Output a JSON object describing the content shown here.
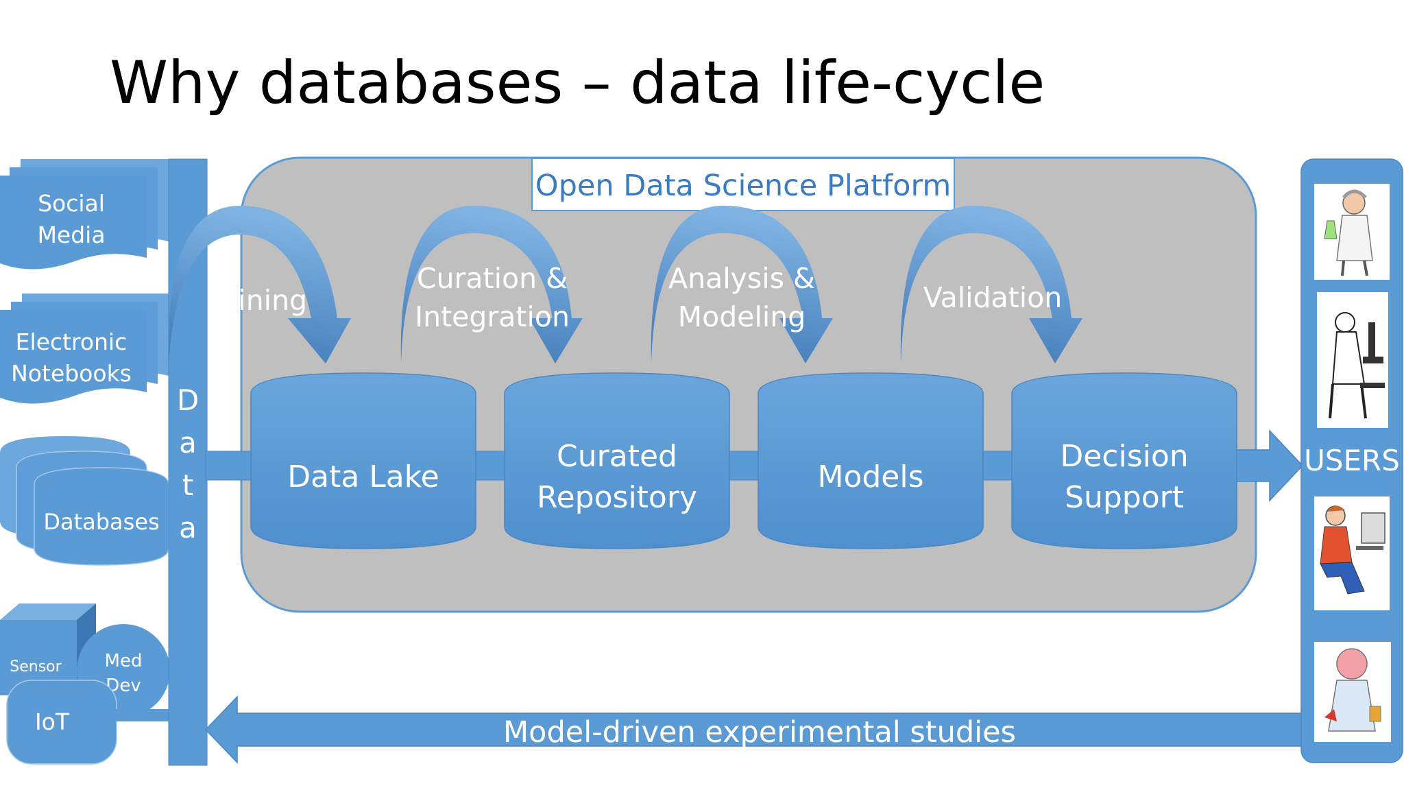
{
  "title": "Why databases – data life-cycle",
  "platform": {
    "label": "Open Data Science Platform"
  },
  "sources": [
    {
      "label": "Social",
      "label2": "Media"
    },
    {
      "label": "Electronic",
      "label2": "Notebooks"
    },
    {
      "label": "Databases"
    }
  ],
  "iot": {
    "sensor": "Sensor",
    "med": "Med",
    "dev": "Dev",
    "iot": "IoT"
  },
  "data_bar": {
    "letters": [
      "D",
      "a",
      "t",
      "a"
    ]
  },
  "steps": {
    "mining": "Mining",
    "curation": [
      "Curation &",
      "Integration"
    ],
    "analysis": [
      "Analysis &",
      "Modeling"
    ],
    "validation": "Validation"
  },
  "stores": {
    "data_lake": "Data Lake",
    "curated": [
      "Curated",
      "Repository"
    ],
    "models": "Models",
    "decision": [
      "Decision",
      "Support"
    ]
  },
  "users": {
    "label": "USERS"
  },
  "feedback": {
    "label": "Model-driven experimental studies"
  },
  "colors": {
    "blue": "#5b9bd5",
    "blue_dark": "#41719c",
    "platform_gray": "#bfbfbf",
    "platform_border": "#5b9bd5",
    "title_text": "#000000",
    "platform_text": "#3b7bc1"
  }
}
